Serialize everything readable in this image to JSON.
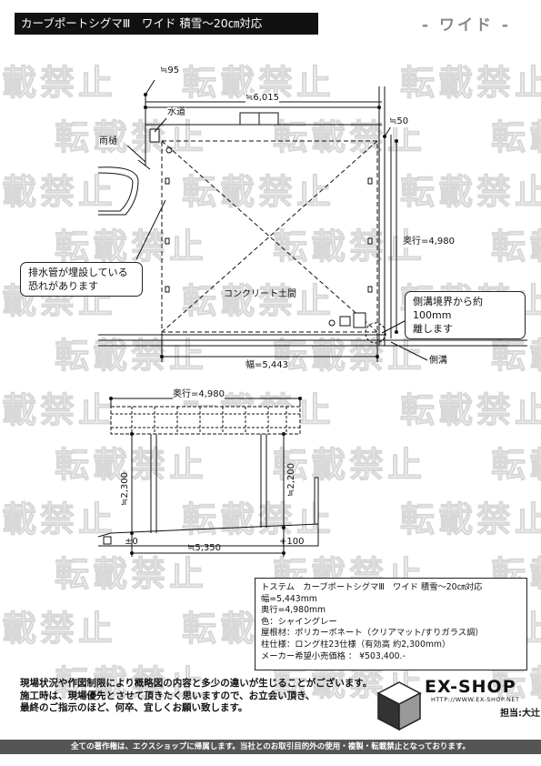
{
  "header": {
    "title": "カーブポートシグマⅢ　ワイド 積雪～20㎝対応",
    "wide_label": "- ワイド -"
  },
  "watermark_text": "転載禁止",
  "plan": {
    "dim_95": "≒95",
    "dim_6015": "≒6,015",
    "dim_50": "≒50",
    "water_label": "水道",
    "rain_gutter_label": "雨樋",
    "depth_label": "奥行=4,980",
    "concrete_label": "コンクリート土間",
    "width_label": "幅=5,443",
    "side_ditch_label": "側溝",
    "note_drain": [
      "排水管が埋設している",
      "恐れがあります"
    ],
    "note_ditch": [
      "側溝境界から約100mm",
      "離します"
    ]
  },
  "elevation": {
    "depth_label": "奥行=4,980",
    "height_left": "≒2,300",
    "height_right": "≒2,200",
    "level_zero": "±0",
    "level_plus": "+100",
    "span_label": "≒5,350"
  },
  "spec": {
    "lines": [
      "トステム　カーブポートシグマⅢ　ワイド 積雪～20㎝対応",
      "幅=5,443mm",
      "奥行=4,980mm",
      "色：シャイングレー",
      "屋根材：ポリカーボネート（クリアマット/すりガラス調）",
      "柱仕様：ロング柱23仕様（有効高 約2,300mm）",
      "メーカー希望小売価格 ： ¥503,400.-"
    ]
  },
  "notes": {
    "lines": [
      "現場状況や作図制限により概略図の内容と多少の違いが生じることがございます。",
      "施工時は、現場優先とさせて頂きたく思いますので、お立会い頂き、",
      "最終のご指示のほど、何卒、宜しくお願い致します。"
    ]
  },
  "logo": {
    "name": "EX-SHOP",
    "url": "HTTP://WWW.EX-SHOP.NET",
    "person": "担当:大辻"
  },
  "footer": {
    "text": "全ての著作権は、エクスショップに帰属します。当社とのお取引目的外の使用・複製・転載禁止となっております。"
  }
}
